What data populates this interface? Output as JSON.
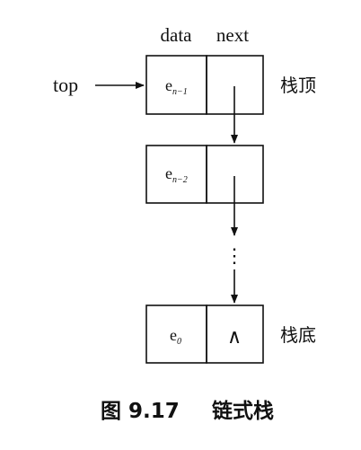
{
  "header": {
    "data_label": "data",
    "next_label": "next"
  },
  "pointer": {
    "label": "top"
  },
  "nodes": [
    {
      "data_main": "e",
      "data_sub": "n−1",
      "next": "",
      "side_label": "栈顶"
    },
    {
      "data_main": "e",
      "data_sub": "n−2",
      "next": "",
      "side_label": ""
    },
    {
      "data_main": "e",
      "data_sub": "0",
      "next": "∧",
      "side_label": "栈底"
    }
  ],
  "ellipsis": "⋮",
  "caption": {
    "number": "图 9.17",
    "title": "链式栈"
  },
  "colors": {
    "ink": "#111111",
    "background": "#ffffff"
  }
}
